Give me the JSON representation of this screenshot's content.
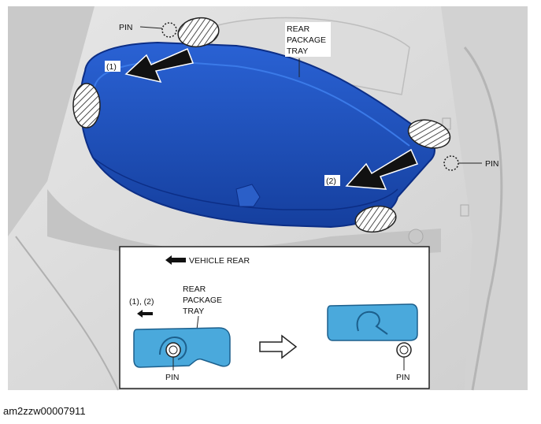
{
  "labels": {
    "pin": "PIN",
    "rear_package_tray_line1": "REAR",
    "rear_package_tray_line2": "PACKAGE",
    "rear_package_tray_line3": "TRAY",
    "step1": "(1)",
    "step2": "(2)",
    "vehicle_rear": "VEHICLE REAR",
    "steps_combined": "(1), (2)"
  },
  "document_id": "am2zzw00007911",
  "colors": {
    "tray_blue": "#1e55c8",
    "tray_edge": "#0c2e86",
    "detail_blue": "#4aa9dc",
    "hatch_fill": "#ffffff",
    "car_gray": "#d9d9d9"
  }
}
